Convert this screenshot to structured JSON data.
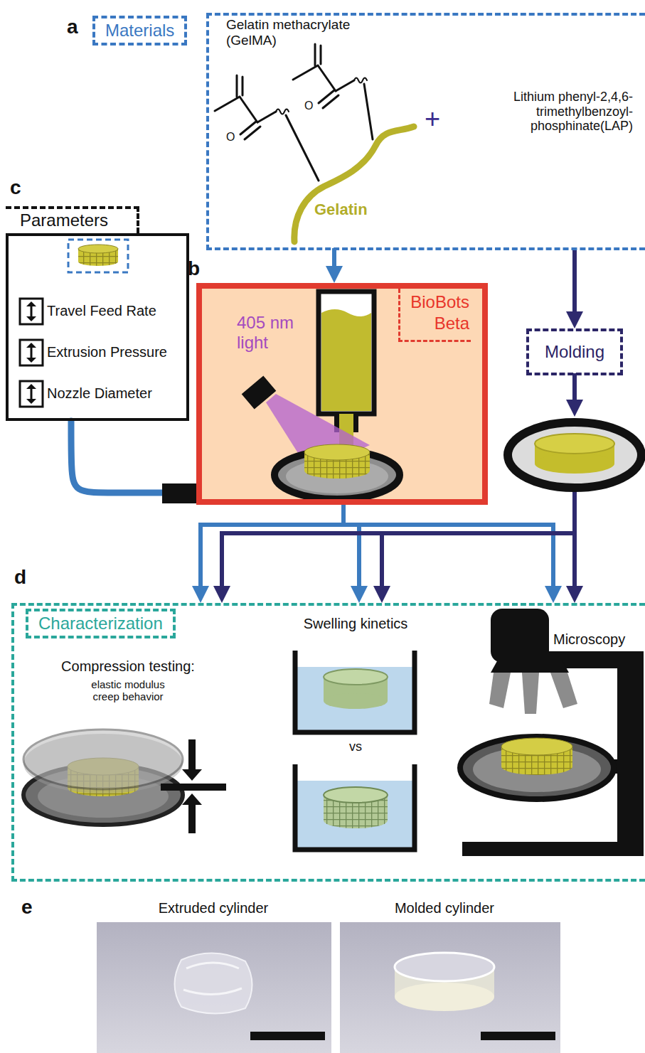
{
  "diagram": {
    "nodes": [
      {
        "text": [
          "Materials"
        ]
      },
      {
        "text": [
          "Parameters",
          "Travel Feed Rate",
          "Extrusion Pressure",
          "Nozzle Diameter"
        ]
      },
      {
        "text": [
          "BioBots Beta"
        ]
      },
      {
        "text": [
          "Molding"
        ]
      },
      {
        "text": [
          "Characterization"
        ]
      }
    ],
    "edges": [
      {
        "from": 0,
        "to": 2,
        "arrow": "to"
      },
      {
        "from": 0,
        "to": 3,
        "arrow": "to"
      },
      {
        "from": 1,
        "to": 2,
        "arrow": "none"
      },
      {
        "from": 2,
        "to": 4,
        "arrow": "to"
      },
      {
        "from": 3,
        "to": 4,
        "arrow": "to"
      }
    ],
    "labels": [
      "a",
      "Gelatin methacrylate (GelMA)",
      "Gelatin",
      "+",
      "Lithium phenyl-2,4,6- trimethylbenzoyl- phosphinate(LAP)",
      "O",
      "O",
      "c",
      "b",
      "405 nm light",
      "d",
      "Compression testing:",
      "elastic modulus creep behavior",
      "Swelling kinetics",
      "vs",
      "Microscopy",
      "e",
      "Extruded cylinder",
      "Molded cylinder"
    ]
  }
}
